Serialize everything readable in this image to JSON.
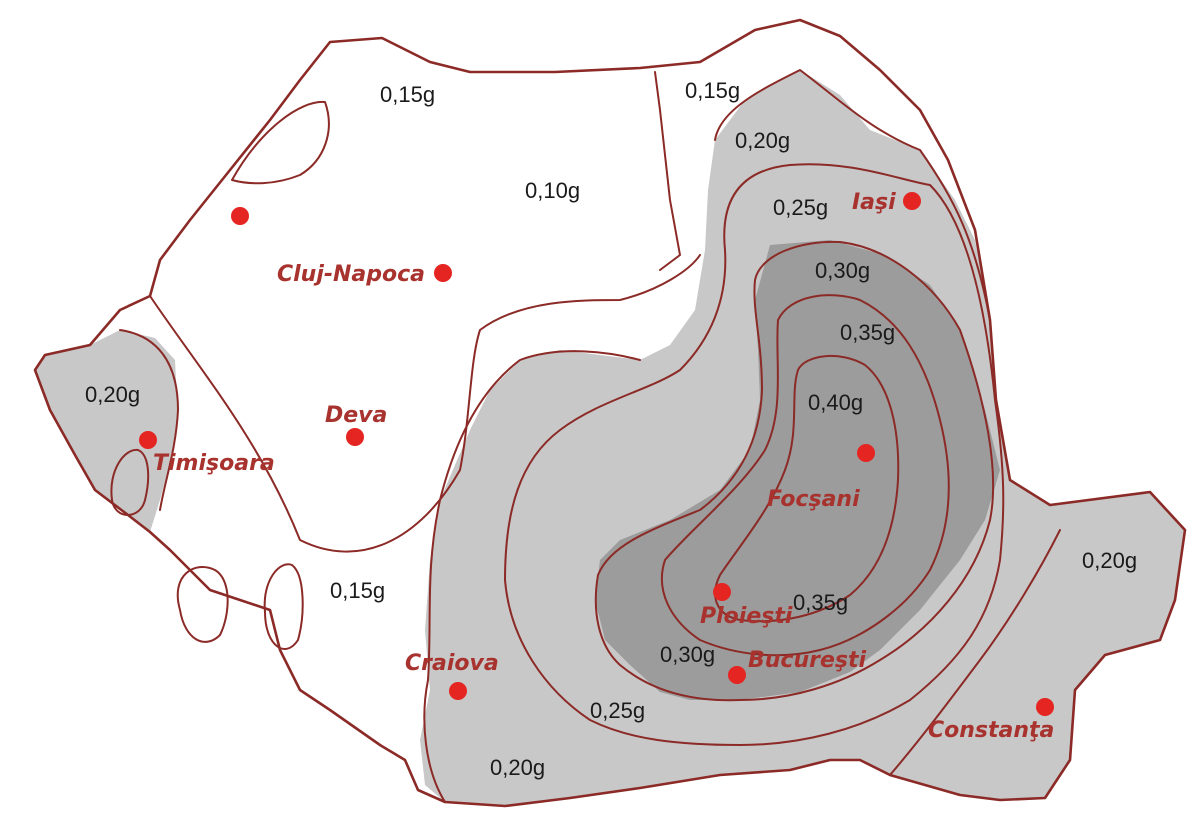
{
  "colors": {
    "outline": "#8b2a26",
    "zone_010": "#ffffff",
    "zone_015": "#ffffff",
    "zone_020": "#c8c8c8",
    "zone_025": "#c8c8c8",
    "zone_030": "#9c9c9c",
    "zone_035": "#9c9c9c",
    "zone_040": "#9c9c9c",
    "city_marker": "#e52521",
    "city_label": "#a8322e"
  },
  "zone_labels": [
    {
      "id": "nw-015",
      "text": "0,15g"
    },
    {
      "id": "ne-015",
      "text": "0,15g"
    },
    {
      "id": "center-010",
      "text": "0,10g"
    },
    {
      "id": "east-020",
      "text": "0,20g"
    },
    {
      "id": "east-025",
      "text": "0,25g"
    },
    {
      "id": "inner-030",
      "text": "0,30g"
    },
    {
      "id": "inner-035",
      "text": "0,35g"
    },
    {
      "id": "core-040",
      "text": "0,40g"
    },
    {
      "id": "west-020",
      "text": "0,20g"
    },
    {
      "id": "south-015",
      "text": "0,15g"
    },
    {
      "id": "se-035",
      "text": "0,35g"
    },
    {
      "id": "se-030",
      "text": "0,30g"
    },
    {
      "id": "dobrogea-020",
      "text": "0,20g"
    },
    {
      "id": "south-025",
      "text": "0,25g"
    },
    {
      "id": "south-020",
      "text": "0,20g"
    }
  ],
  "cities": [
    {
      "id": "iasi",
      "name": "Iaşi"
    },
    {
      "id": "cluj-napoca",
      "name": "Cluj-Napoca"
    },
    {
      "id": "deva",
      "name": "Deva"
    },
    {
      "id": "timisoara",
      "name": "Timişoara"
    },
    {
      "id": "focsani",
      "name": "Focşani"
    },
    {
      "id": "ploiesti",
      "name": "Ploieşti"
    },
    {
      "id": "bucuresti",
      "name": "Bucureşti"
    },
    {
      "id": "craiova",
      "name": "Craiova"
    },
    {
      "id": "constanta",
      "name": "Constanţa"
    }
  ],
  "unlabeled_markers": [
    {
      "id": "oradea-marker"
    },
    {
      "id": "vrancea-marker"
    }
  ]
}
